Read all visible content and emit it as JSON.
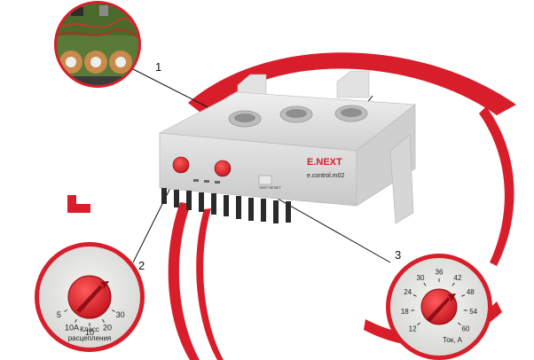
{
  "callouts": {
    "one": "1",
    "two": "2",
    "three": "3"
  },
  "device": {
    "brand": "E.NEXT",
    "model": "e.control.m02",
    "button_label": "TEST RESET"
  },
  "dial_class": {
    "ticks": [
      "5",
      "10A",
      "10",
      "20",
      "30"
    ],
    "caption_line1": "Класс",
    "caption_line2": "расцепления"
  },
  "dial_current": {
    "ticks": [
      "12",
      "18",
      "24",
      "30",
      "36",
      "42",
      "48",
      "54",
      "60"
    ],
    "caption": "Ток, А"
  },
  "colors": {
    "accent_red": "#d81e2a",
    "dial_bg": "#e9e9e7",
    "device_body": "#dcdcdc"
  }
}
